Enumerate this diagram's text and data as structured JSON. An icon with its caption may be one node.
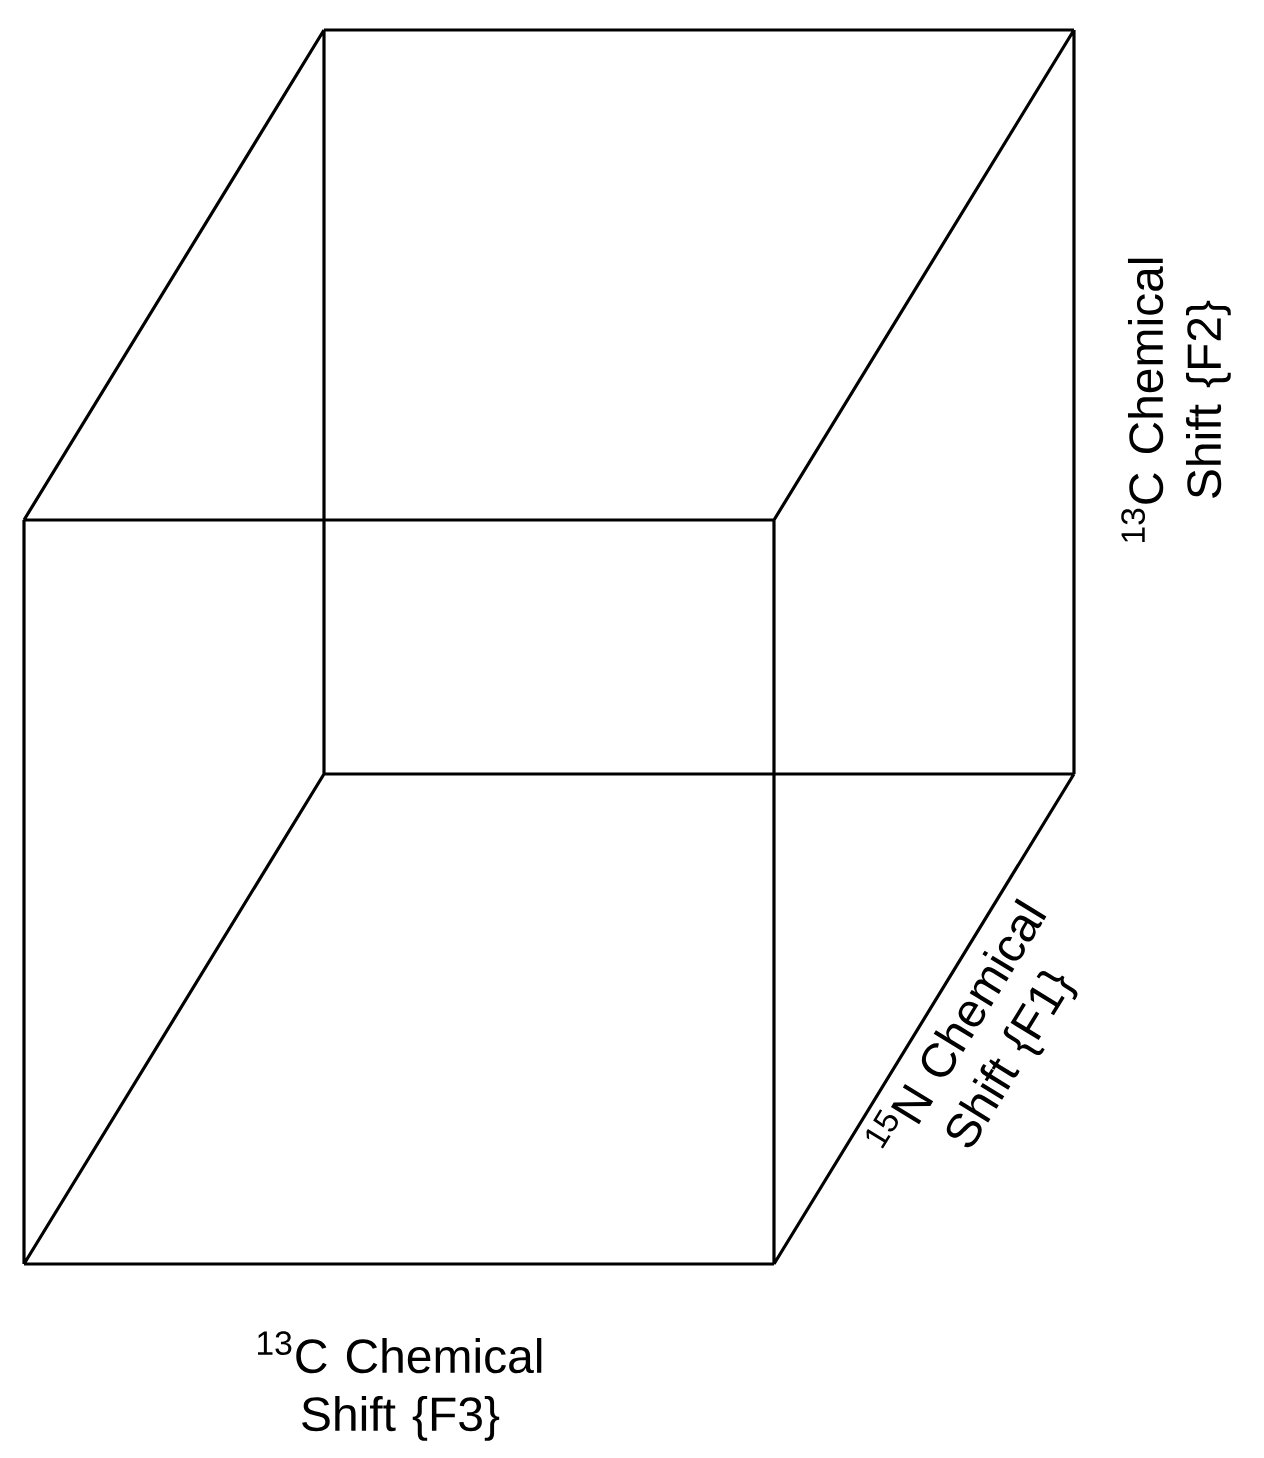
{
  "diagram": {
    "labels": [
      "$^{13}$C Chemical Shift {F2}",
      "$^{15}$N Chemical Shift {F1}",
      "$^{13}$C Chemical Shift {F3}"
    ]
  }
}
